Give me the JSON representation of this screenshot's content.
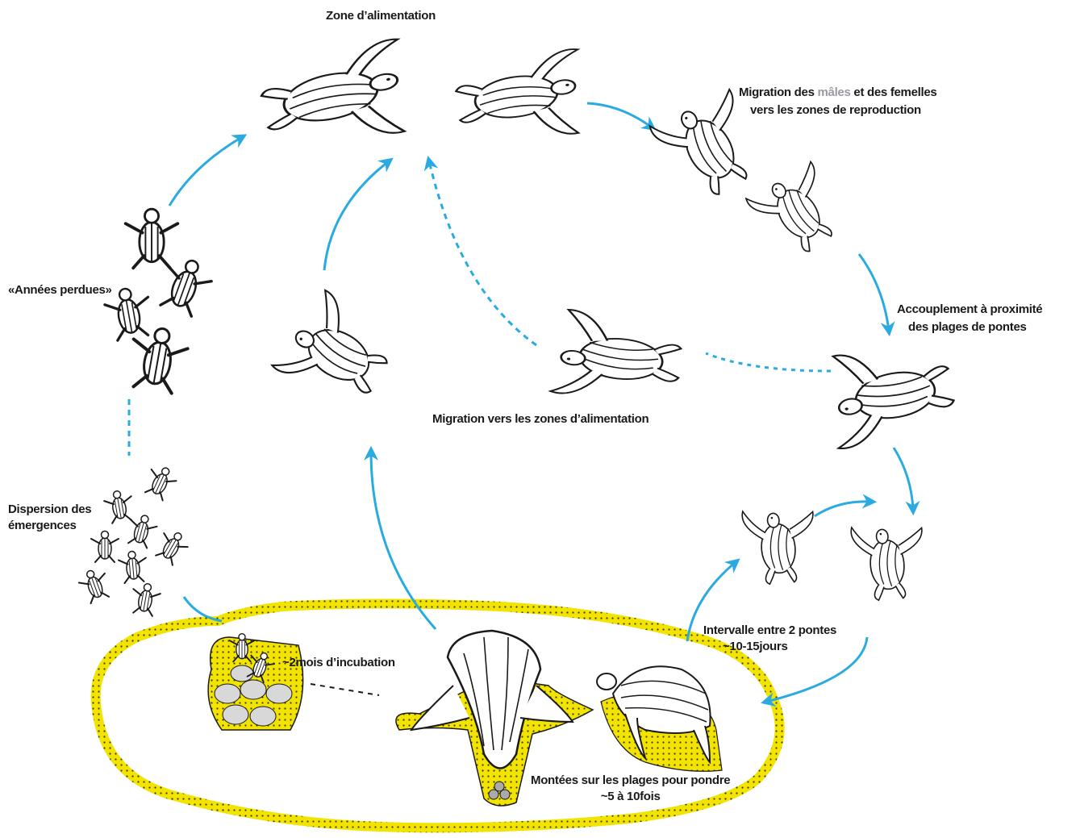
{
  "colors": {
    "arrow": "#29abe2",
    "beach": "#f2e400",
    "beach_dots": "#3a3a00",
    "ink": "#1a1a1a"
  },
  "labels": {
    "feeding_zone": "Zone d’alimentation",
    "migration_pre": "Migration des ",
    "migration_males": "mâles",
    "migration_post": " et des femelles",
    "migration_line2": "vers les zones de reproduction",
    "mating_line1": "Accouplement à proximité",
    "mating_line2": "des plages de pontes",
    "lost_years": "«Années perdues»",
    "migration_feeding": "Migration vers les zones d’alimentation",
    "dispersal_line1": "Dispersion des",
    "dispersal_line2": "émergences",
    "interval_line1": "Intervalle entre 2 pontes",
    "interval_line2": "~10-15jours",
    "incubation": "~2mois d’incubation",
    "nesting_line1": "Montées sur les plages pour pondre",
    "nesting_line2": "~5 à 10fois"
  },
  "icons": [
    "leatherback-turtle-icon",
    "hatchling-icon",
    "egg-clutch-icon",
    "nesting-turtle-icon",
    "cycle-arrow-icon"
  ]
}
